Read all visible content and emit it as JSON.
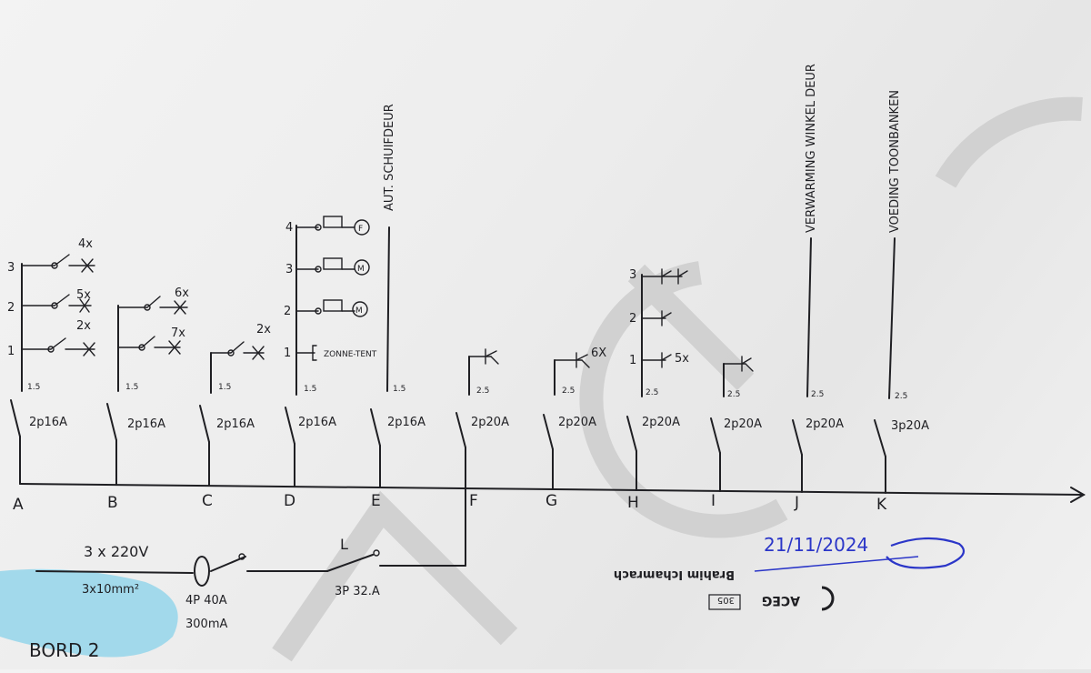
{
  "colors": {
    "ink": "#1f1f23",
    "paper": "#ececec",
    "watermark": "#c9c9c9",
    "blue_ink": "#2b36c8",
    "stain": "#8fd3ea"
  },
  "groups": [
    {
      "letter": "A",
      "breaker": "2p16A",
      "wire": "1.5",
      "items": [
        {
          "n": "3",
          "count": "4x"
        },
        {
          "n": "2",
          "count": "5x"
        },
        {
          "n": "",
          "count": "2x"
        },
        {
          "n": "1",
          "count": ""
        }
      ]
    },
    {
      "letter": "B",
      "breaker": "2p16A",
      "wire": "1.5",
      "items": [
        {
          "n": "",
          "count": "6x"
        },
        {
          "n": "",
          "count": "7x"
        }
      ]
    },
    {
      "letter": "C",
      "breaker": "2p16A",
      "wire": "1.5",
      "items": [
        {
          "n": "",
          "count": "2x"
        }
      ]
    },
    {
      "letter": "D",
      "breaker": "2p16A",
      "wire": "1.5",
      "motors": [
        {
          "n": "4",
          "sym": "F"
        },
        {
          "n": "3",
          "sym": "M"
        },
        {
          "n": "2",
          "sym": "M"
        }
      ],
      "extra": {
        "n": "1",
        "label": "ZONNE-TENT"
      }
    },
    {
      "letter": "E",
      "breaker": "2p16A",
      "wire": "1.5",
      "feeder": "AUT. SCHUIFDEUR"
    },
    {
      "letter": "F",
      "breaker": "2p20A",
      "wire": "2.5"
    },
    {
      "letter": "G",
      "breaker": "2p20A",
      "wire": "2.5",
      "count": "6X"
    },
    {
      "letter": "H",
      "breaker": "2p20A",
      "wire": "2.5",
      "rows": [
        "3",
        "2",
        "1"
      ],
      "count": "5x"
    },
    {
      "letter": "I",
      "breaker": "2p20A",
      "wire": "2.5"
    },
    {
      "letter": "J",
      "breaker": "2p20A",
      "wire": "2.5",
      "feeder": "VERWARMING WINKEL DEUR"
    },
    {
      "letter": "K",
      "breaker": "3p20A",
      "wire": "2.5",
      "feeder": "VOEDING TOONBANKEN"
    }
  ],
  "supply": {
    "voltage": "3 x 220V",
    "cable": "3x10mm²",
    "rcd": "4P 40A",
    "rcd_sens": "300mA"
  },
  "main_switch": {
    "label": "L",
    "rating": "3P 32.A"
  },
  "board_title": "BORD 2",
  "stamp": {
    "date": "21/11/2024",
    "name": "Brahim Ichamrach",
    "number": "305",
    "logo": "ACEG"
  }
}
